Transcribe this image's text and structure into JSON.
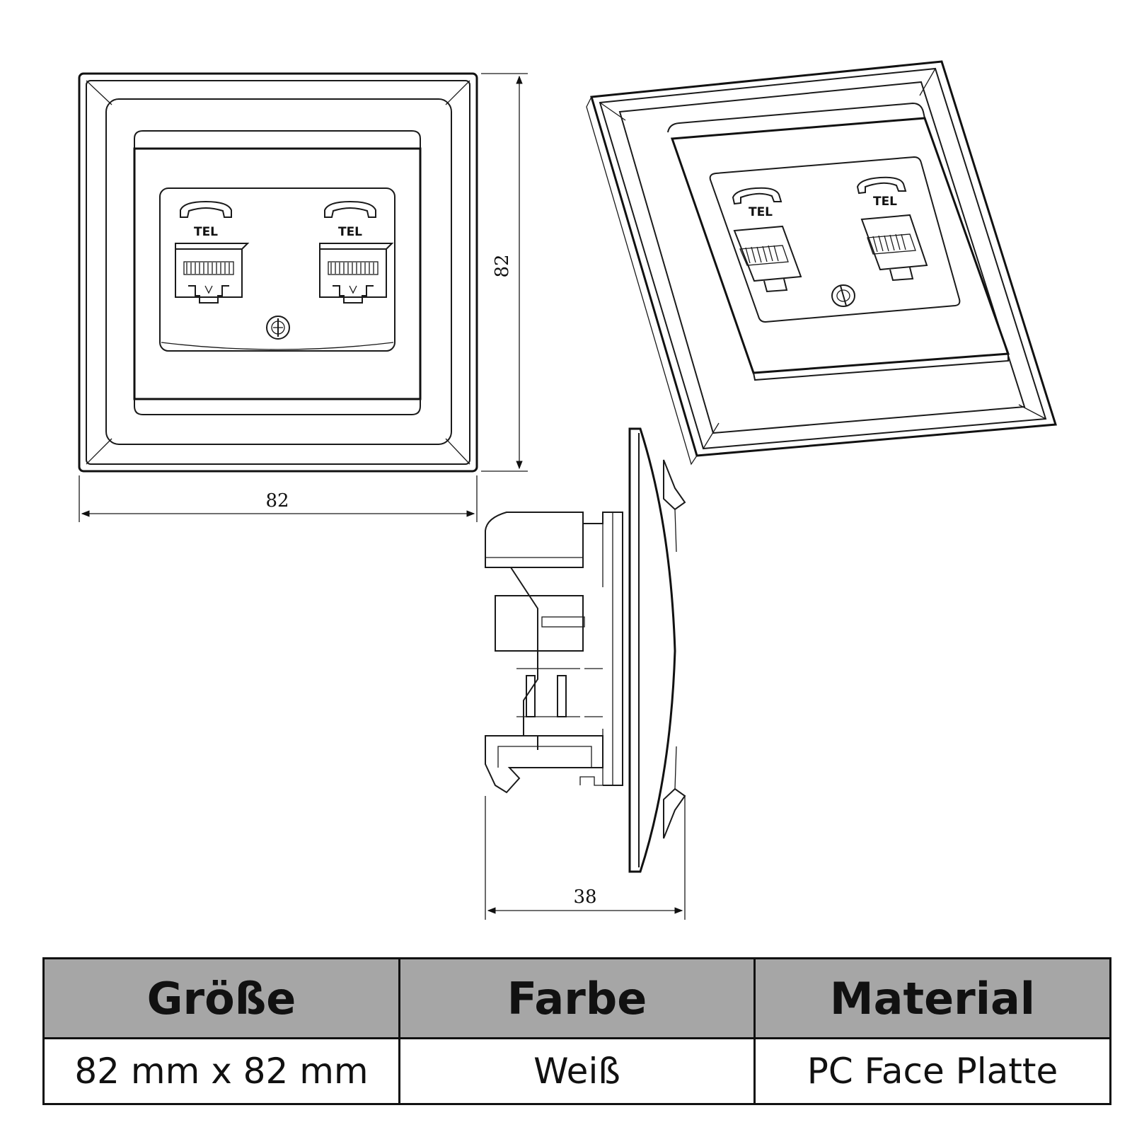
{
  "front_view": {
    "ports": [
      {
        "label": "TEL"
      },
      {
        "label": "TEL"
      }
    ],
    "dim_width": "82",
    "dim_height": "82"
  },
  "perspective_view": {
    "ports": [
      {
        "label": "TEL"
      },
      {
        "label": "TEL"
      }
    ]
  },
  "side_view": {
    "dim_depth": "38"
  },
  "spec_table": {
    "headers": [
      "Größe",
      "Farbe",
      "Material"
    ],
    "values": [
      "82 mm x 82 mm",
      "Weiß",
      "PC Face Platte"
    ]
  }
}
